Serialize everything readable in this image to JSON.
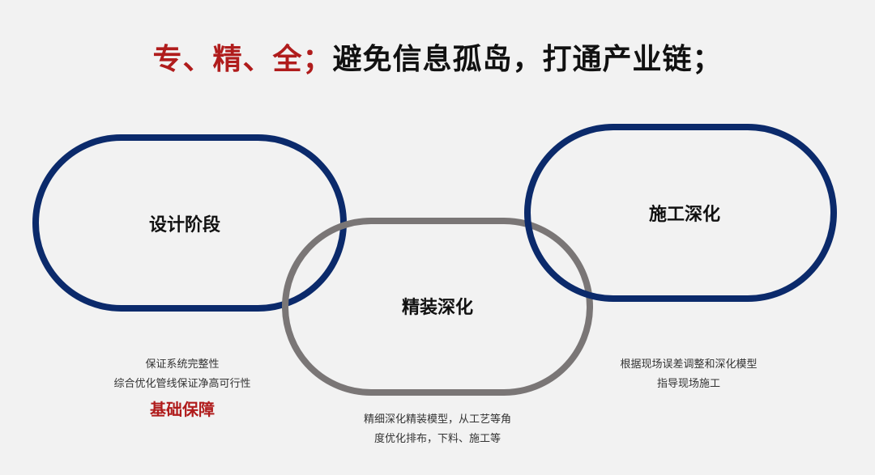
{
  "title": {
    "highlight": "专、精、全；",
    "rest": "避免信息孤岛，打通产业链；"
  },
  "colors": {
    "background": "#f2f2f2",
    "accent_red": "#b01c1c",
    "ring_blue": "#0b2a6b",
    "ring_gray": "#7a7676"
  },
  "stages": [
    {
      "label": "设计阶段",
      "ring_color": "#0b2a6b",
      "description": [
        "保证系统完整性",
        "综合优化管线保证净高可行性"
      ],
      "emphasis": "基础保障"
    },
    {
      "label": "精装深化",
      "ring_color": "#7a7676",
      "description": [
        "精细深化精装模型，从工艺等角",
        "度优化排布，下料、施工等"
      ]
    },
    {
      "label": "施工深化",
      "ring_color": "#0b2a6b",
      "description": [
        "根据现场误差调整和深化模型",
        "指导现场施工"
      ]
    }
  ]
}
